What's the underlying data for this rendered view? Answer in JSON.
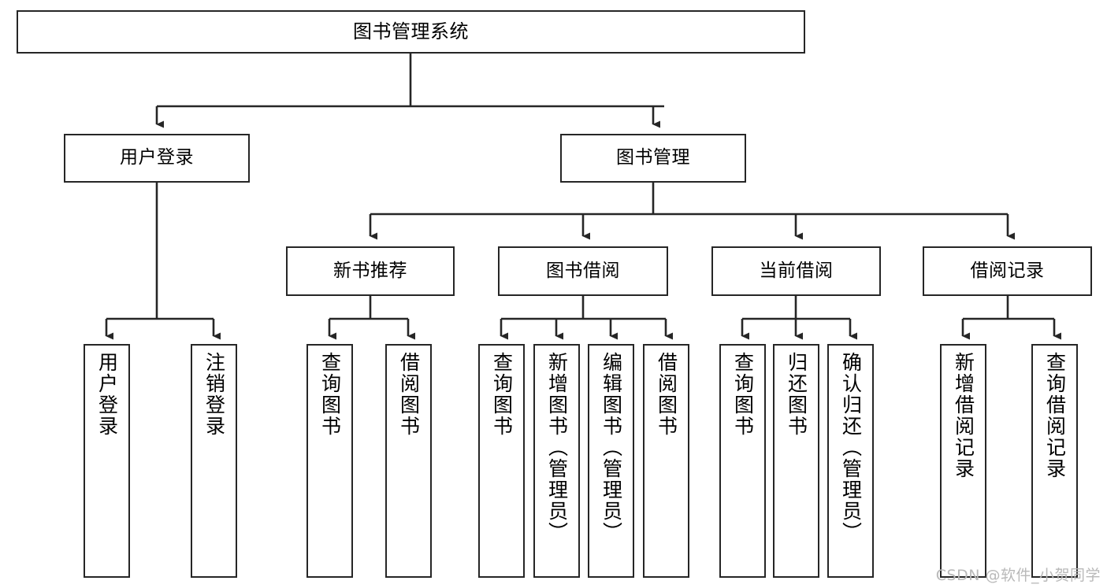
{
  "diagram": {
    "title": "图书管理系统",
    "type": "functional-structure-tree",
    "watermark": "CSDN @软件_小贺同学",
    "colors": {
      "background": "#ffffff",
      "box_border": "#262626",
      "box_fill": "#ffffff",
      "text": "#000000",
      "connector": "#262626",
      "watermark": "#b9b9b9"
    }
  },
  "nodes": {
    "root": {
      "label": "图书管理系统"
    },
    "level2": [
      {
        "id": "user-login",
        "label": "用户登录"
      },
      {
        "id": "book-manage",
        "label": "图书管理"
      }
    ],
    "level3": [
      {
        "id": "new-book-recommend",
        "label": "新书推荐"
      },
      {
        "id": "book-borrow",
        "label": "图书借阅"
      },
      {
        "id": "current-borrow",
        "label": "当前借阅"
      },
      {
        "id": "borrow-record",
        "label": "借阅记录"
      }
    ],
    "leaves": {
      "user-login": [
        {
          "id": "leaf-user-login",
          "label": "用户登录"
        },
        {
          "id": "leaf-user-logout",
          "label": "注销登录"
        }
      ],
      "new-book-recommend": [
        {
          "id": "leaf-query-book-1",
          "label": "查询图书"
        },
        {
          "id": "leaf-borrow-book-1",
          "label": "借阅图书"
        }
      ],
      "book-borrow": [
        {
          "id": "leaf-query-book-2",
          "label": "查询图书"
        },
        {
          "id": "leaf-add-book",
          "label": "新增图书（管理员）"
        },
        {
          "id": "leaf-edit-book",
          "label": "编辑图书（管理员）"
        },
        {
          "id": "leaf-borrow-book-2",
          "label": "借阅图书"
        }
      ],
      "current-borrow": [
        {
          "id": "leaf-query-book-3",
          "label": "查询图书"
        },
        {
          "id": "leaf-return-book",
          "label": "归还图书"
        },
        {
          "id": "leaf-confirm-return",
          "label": "确认归还（管理员）"
        }
      ],
      "borrow-record": [
        {
          "id": "leaf-add-record",
          "label": "新增借阅记录"
        },
        {
          "id": "leaf-query-record",
          "label": "查询借阅记录"
        }
      ]
    }
  }
}
